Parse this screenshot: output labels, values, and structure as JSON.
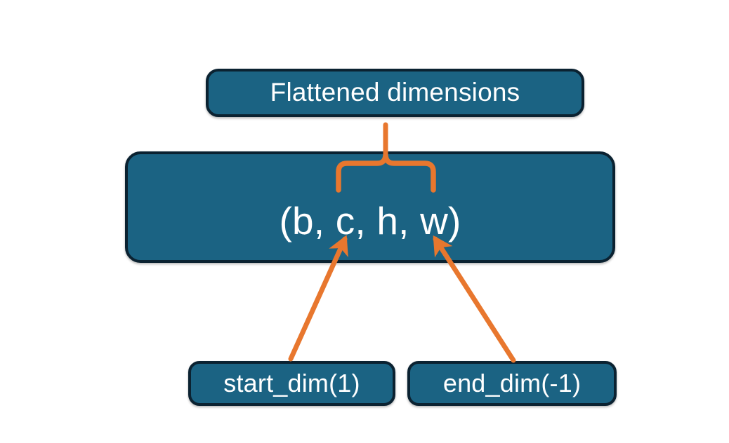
{
  "diagram": {
    "title_text": "Flattened dimensions",
    "background_color": "#ffffff",
    "node_fill_color": "#1b6383",
    "node_border_color": "#0b2231",
    "node_text_color": "#ffffff",
    "accent_color": "#e8772e",
    "nodes": {
      "flattened": {
        "label": "Flattened dimensions"
      },
      "tuple": {
        "label": "(b, c, h, w)"
      },
      "start_dim": {
        "label": "start_dim(1)"
      },
      "end_dim": {
        "label": "end_dim(-1)"
      }
    },
    "annotations": {
      "brace_name": "curly-brace-spanning-c-h-w",
      "arrow_left_name": "arrow-start-dim-to-c",
      "arrow_right_name": "arrow-end-dim-to-w"
    }
  }
}
